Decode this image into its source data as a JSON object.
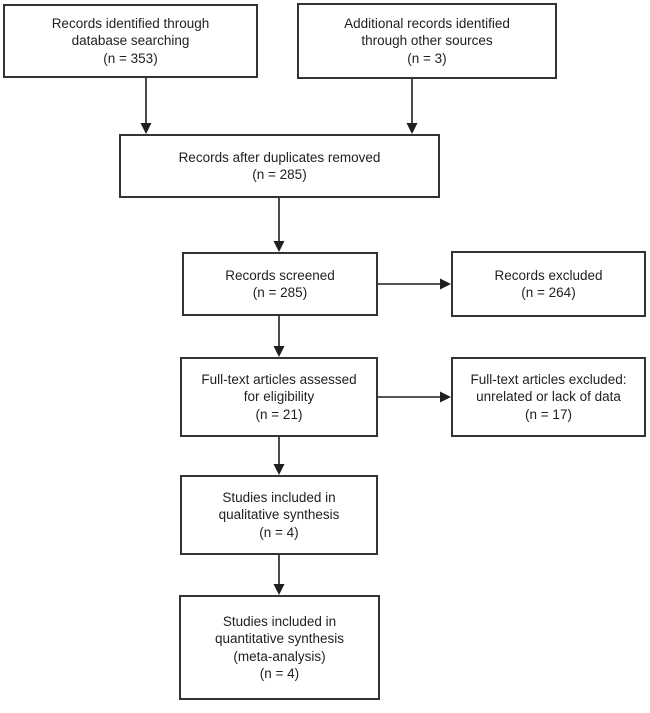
{
  "diagram_type": "flowchart",
  "boxes": [
    {
      "id": "records-identified-database",
      "text": "Records identified through\ndatabase searching\n(n = 353)"
    },
    {
      "id": "additional-records-other-sources",
      "text": "Additional records identified\nthrough other sources\n(n = 3)"
    },
    {
      "id": "records-after-duplicates-removed",
      "text": "Records after duplicates removed\n(n = 285)"
    },
    {
      "id": "records-screened",
      "text": "Records screened\n(n = 285)"
    },
    {
      "id": "records-excluded",
      "text": "Records excluded\n(n = 264)"
    },
    {
      "id": "fulltext-articles-assessed",
      "text": "Full-text articles assessed\nfor eligibility\n(n = 21)"
    },
    {
      "id": "fulltext-articles-excluded",
      "text": "Full-text articles excluded:\nunrelated or lack of data\n(n = 17)"
    },
    {
      "id": "qualitative-synthesis",
      "text": "Studies included in\nqualitative synthesis\n(n = 4)"
    },
    {
      "id": "quantitative-synthesis",
      "text": "Studies included in\nquantitative synthesis\n(meta-analysis)\n(n = 4)"
    }
  ],
  "counts": {
    "identified_database": 353,
    "identified_other_sources": 3,
    "after_duplicates_removed": 285,
    "screened": 285,
    "excluded": 264,
    "fulltext_assessed": 21,
    "fulltext_excluded": 17,
    "qualitative_included": 4,
    "quantitative_included": 4
  },
  "edges": [
    {
      "from": "records-identified-database",
      "to": "records-after-duplicates-removed"
    },
    {
      "from": "additional-records-other-sources",
      "to": "records-after-duplicates-removed"
    },
    {
      "from": "records-after-duplicates-removed",
      "to": "records-screened"
    },
    {
      "from": "records-screened",
      "to": "records-excluded"
    },
    {
      "from": "records-screened",
      "to": "fulltext-articles-assessed"
    },
    {
      "from": "fulltext-articles-assessed",
      "to": "fulltext-articles-excluded"
    },
    {
      "from": "fulltext-articles-assessed",
      "to": "qualitative-synthesis"
    },
    {
      "from": "qualitative-synthesis",
      "to": "quantitative-synthesis"
    }
  ],
  "colors": {
    "background": "#ffffff",
    "box_border": "#333333",
    "text": "#1f1f1f",
    "arrow": "#1f1f1f"
  }
}
